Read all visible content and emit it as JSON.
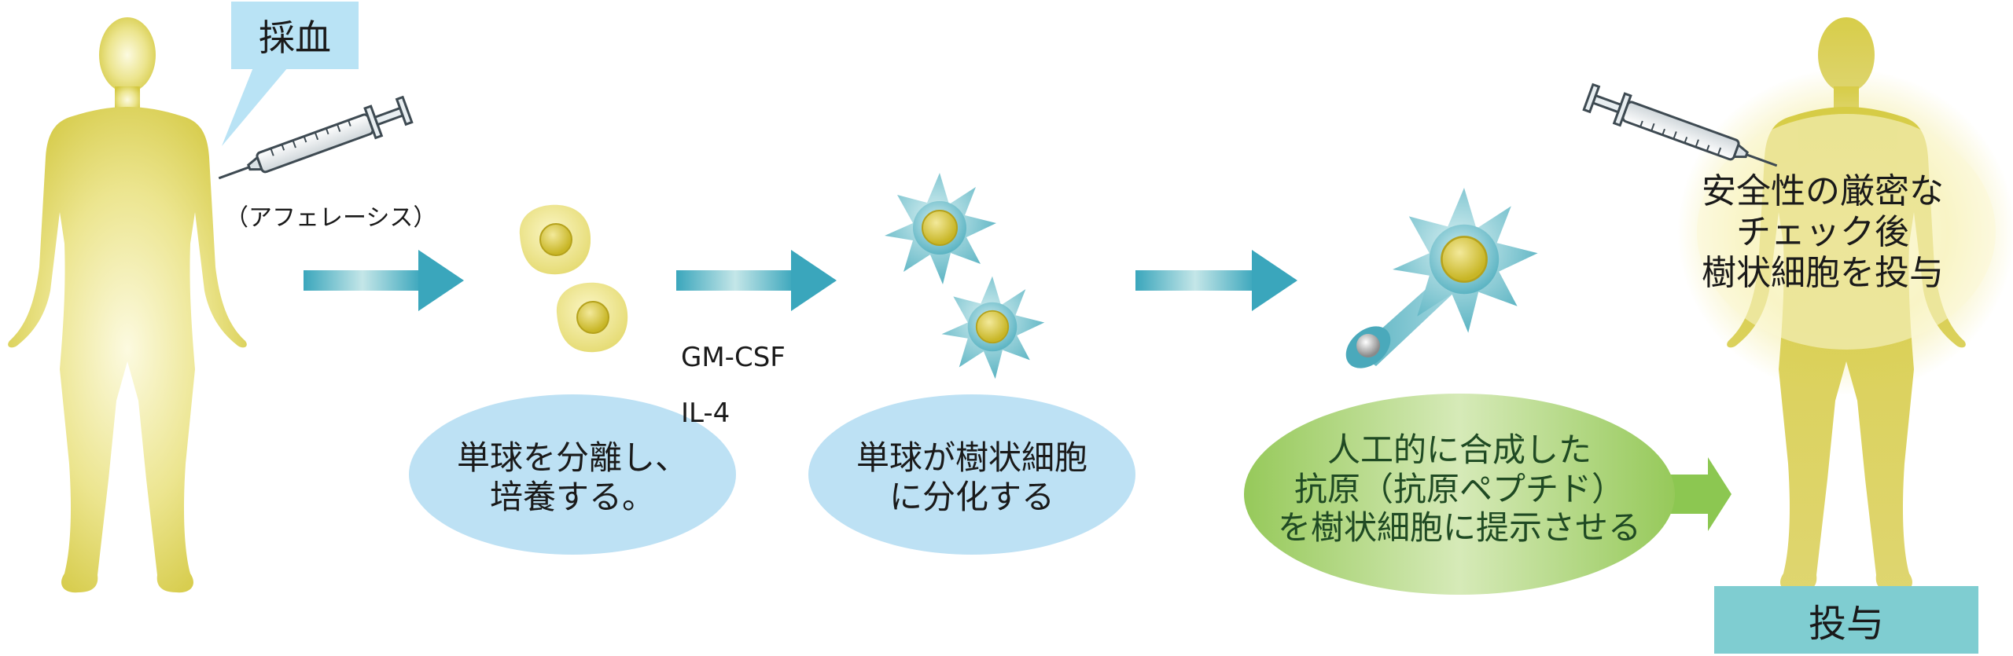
{
  "callout_blood_draw": "採血",
  "apheresis_label": "（アフェレーシス）",
  "cytokines": {
    "line1": "GM-CSF",
    "line2": "IL-4"
  },
  "steps": {
    "step1": "単球を分離し、\n培養する。",
    "step2": "単球が樹状細胞\nに分化する",
    "step3": "人工的に合成した\n抗原（抗原ペプチド）\nを樹状細胞に提示させる"
  },
  "safety_check": "安全性の厳密な\nチェック後\n樹状細胞を投与",
  "administration_label": "投与",
  "colors": {
    "body_yellow": "#d3c841",
    "body_glow": "#fbf8cf",
    "callout_blue": "#b9e3f5",
    "ellipse_blue": "#bde1f4",
    "ellipse_green": "#9ccb63",
    "arrow_teal": "#3aa6bc",
    "arrow_green": "#8cc751",
    "cell_yellow": "#e9e07c",
    "dendritic_teal": "#6fbfcb",
    "dose_box": "#7fcdd1"
  },
  "icons": [
    "human-figure-icon",
    "syringe-icon",
    "monocyte-cell-icon",
    "dendritic-cell-icon",
    "peptide-antigen-icon",
    "arrow-icon"
  ]
}
